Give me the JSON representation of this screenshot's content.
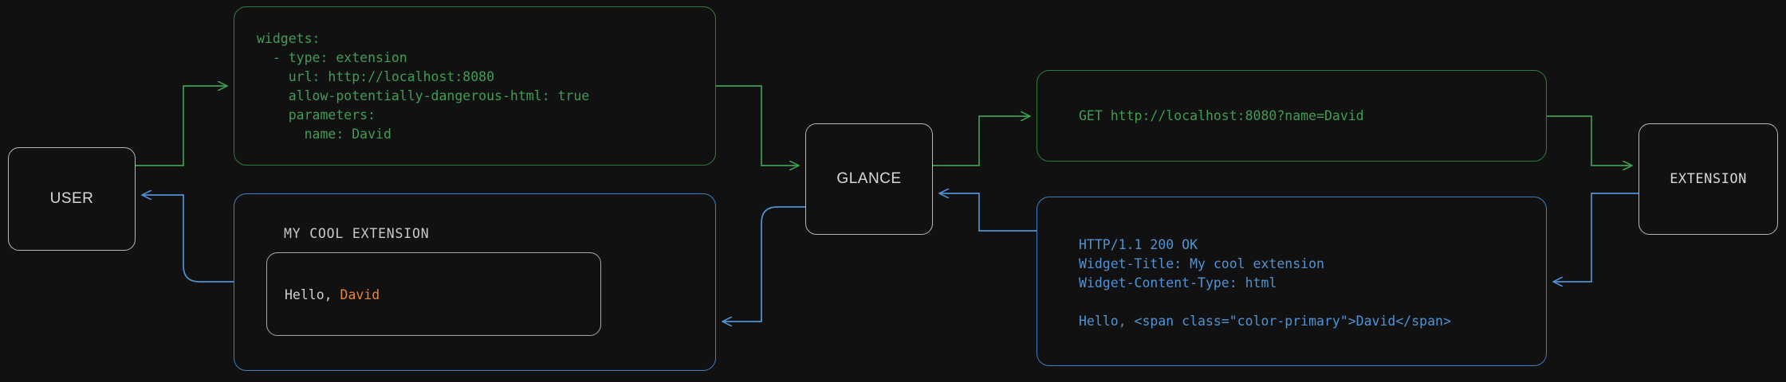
{
  "theme": {
    "background": "#111111",
    "green": "#3e9e52",
    "green_border": "#2f7d3e",
    "blue": "#4f93d6",
    "blue_border": "#3d7fbf",
    "grey_border": "#b8b8b8",
    "grey_text": "#d8d8d8",
    "accent_orange": "#e8833a"
  },
  "nodes": {
    "user": {
      "label": "USER"
    },
    "glance": {
      "label": "GLANCE"
    },
    "extension": {
      "label": "EXTENSION"
    }
  },
  "panels": {
    "yaml_config": {
      "title": "glance-config-yaml",
      "text": "widgets:\n  - type: extension\n    url: http://localhost:8080\n    allow-potentially-dangerous-html: true\n    parameters:\n      name: David"
    },
    "http_request": {
      "title": "http-get-request",
      "text": "GET http://localhost:8080?name=David"
    },
    "http_response": {
      "title": "http-response",
      "text": "HTTP/1.1 200 OK\nWidget-Title: My cool extension\nWidget-Content-Type: html\n\nHello, <span class=\"color-primary\">David</span>"
    },
    "rendered_widget": {
      "title": "MY COOL EXTENSION",
      "body_prefix": "Hello, ",
      "body_accent": "David"
    }
  },
  "edges": [
    {
      "name": "user-to-config",
      "from": "user",
      "to": "yaml_config",
      "color": "#3e9e52",
      "direction": "forward"
    },
    {
      "name": "config-to-glance",
      "from": "yaml_config",
      "to": "glance",
      "color": "#3e9e52",
      "direction": "forward"
    },
    {
      "name": "glance-to-request",
      "from": "glance",
      "to": "http_request",
      "color": "#3e9e52",
      "direction": "forward"
    },
    {
      "name": "request-to-extension",
      "from": "http_request",
      "to": "extension",
      "color": "#3e9e52",
      "direction": "forward"
    },
    {
      "name": "extension-to-response",
      "from": "extension",
      "to": "http_response",
      "color": "#4f93d6",
      "direction": "forward"
    },
    {
      "name": "response-to-glance",
      "from": "http_response",
      "to": "glance",
      "color": "#4f93d6",
      "direction": "forward"
    },
    {
      "name": "glance-to-widget",
      "from": "glance",
      "to": "rendered_widget",
      "color": "#4f93d6",
      "direction": "forward"
    },
    {
      "name": "widget-to-user",
      "from": "rendered_widget",
      "to": "user",
      "color": "#4f93d6",
      "direction": "forward"
    }
  ]
}
